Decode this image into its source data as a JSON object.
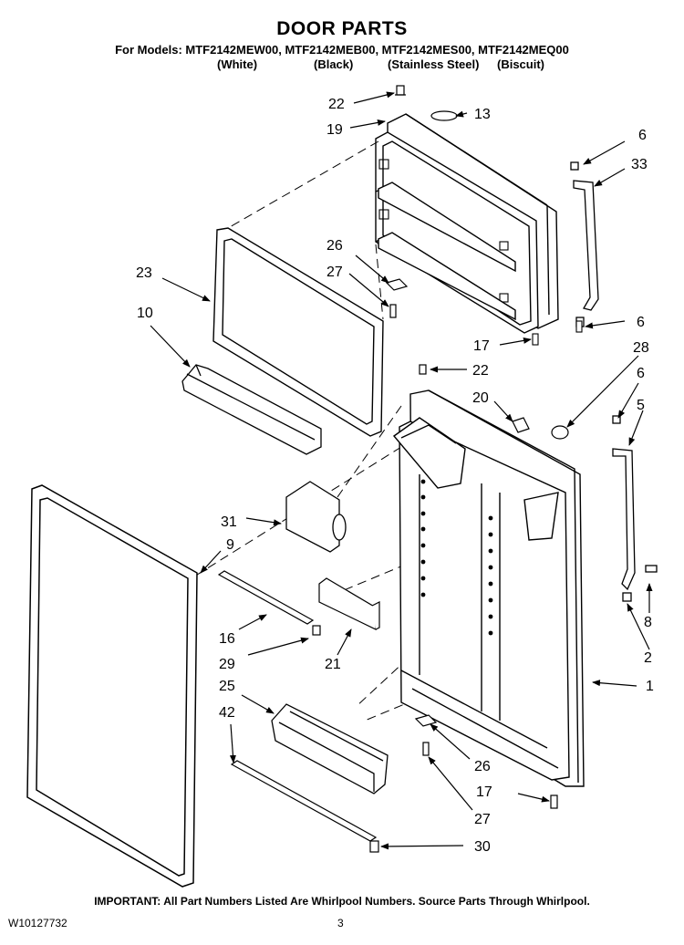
{
  "header": {
    "title": "DOOR PARTS",
    "models_line": "For Models: MTF2142MEW00, MTF2142MEB00, MTF2142MES00, MTF2142MEQ00",
    "variants": [
      "(White)",
      "(Black)",
      "(Stainless Steel)",
      "(Biscuit)"
    ]
  },
  "callouts": [
    "22",
    "13",
    "19",
    "6",
    "33",
    "26",
    "27",
    "23",
    "10",
    "6",
    "17",
    "28",
    "22",
    "6",
    "20",
    "5",
    "31",
    "9",
    "8",
    "16",
    "29",
    "21",
    "2",
    "25",
    "1",
    "42",
    "26",
    "17",
    "27",
    "30"
  ],
  "footer": {
    "note": "IMPORTANT: All Part Numbers Listed Are Whirlpool Numbers. Source Parts Through Whirlpool.",
    "doc_number": "W10127732",
    "page": "3"
  }
}
